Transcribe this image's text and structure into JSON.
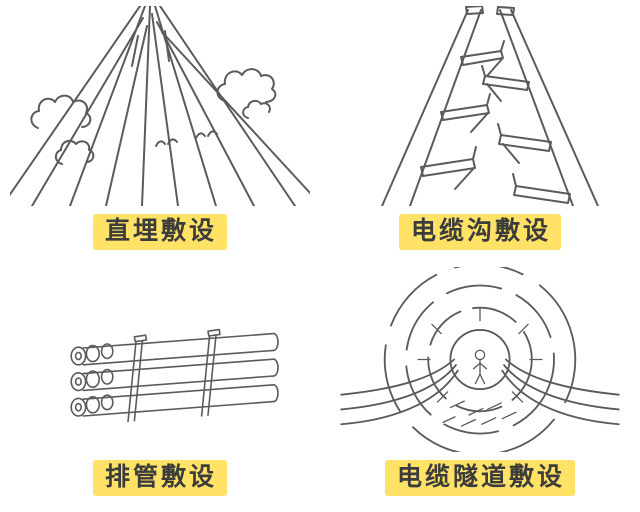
{
  "colors": {
    "highlight": "#FFE266",
    "ink": "#5B5B5B",
    "text": "#3C3C3C",
    "background": "#FFFFFF"
  },
  "panels": {
    "direct_burial": {
      "label": "直埋敷设"
    },
    "cable_trench": {
      "label": "电缆沟敷设"
    },
    "duct_bank": {
      "label": "排管敷设"
    },
    "cable_tunnel": {
      "label": "电缆隧道敷设"
    }
  }
}
